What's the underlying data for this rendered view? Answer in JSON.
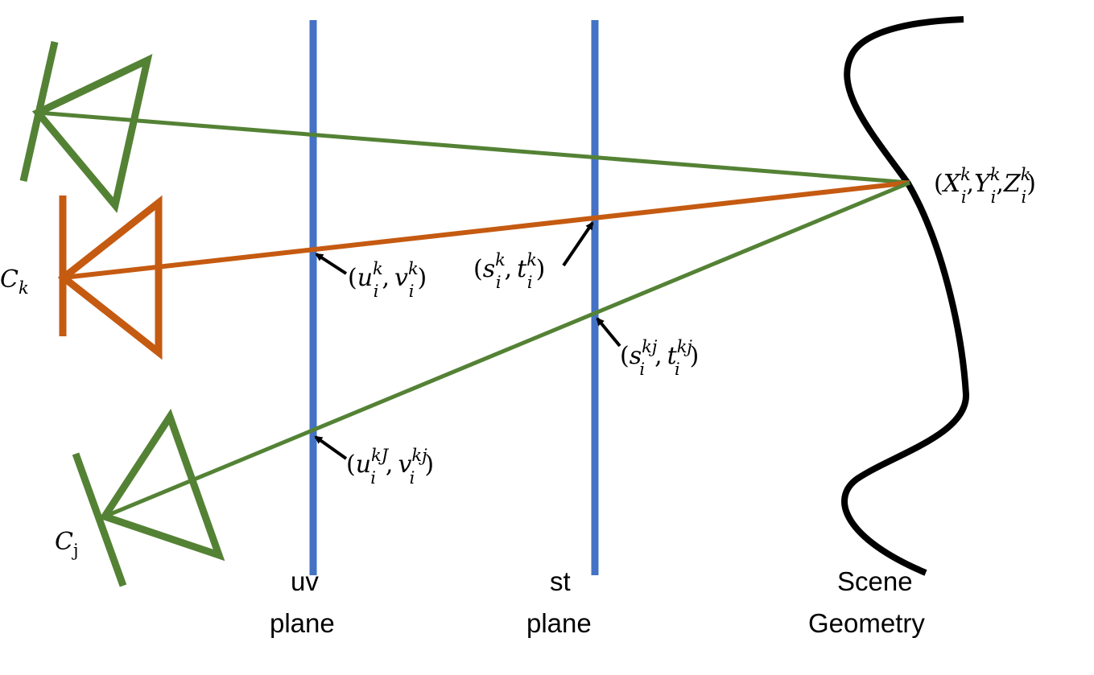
{
  "colors": {
    "green": "#548235",
    "orange": "#C55A11",
    "blue": "#4472C4",
    "black": "#000000"
  },
  "planes": {
    "uv": {
      "line1": "uv",
      "line2": "plane"
    },
    "st": {
      "line1": "st",
      "line2": "plane"
    }
  },
  "scene": {
    "line1": "Scene",
    "line2": "Geometry"
  },
  "cameras": {
    "ck": {
      "base": "C",
      "sub": "k"
    },
    "cj": {
      "base": "C",
      "sub": "j"
    }
  },
  "points": {
    "world": {
      "x": "X",
      "y": "Y",
      "z": "Z",
      "sub": "i",
      "sup": "k"
    },
    "uv_k": {
      "u": "u",
      "v": "v",
      "sub": "i",
      "sup": "k"
    },
    "st_k": {
      "s": "s",
      "t": "t",
      "sub": "i",
      "sup": "k"
    },
    "uv_kj": {
      "u": "u",
      "v": "v",
      "sub": "i",
      "sup_u": "kJ",
      "sup_v": "kj"
    },
    "st_kj": {
      "s": "s",
      "t": "t",
      "sub": "i",
      "sup": "kj"
    }
  },
  "punct": {
    "open": "(",
    "close": ")",
    "comma": ","
  }
}
